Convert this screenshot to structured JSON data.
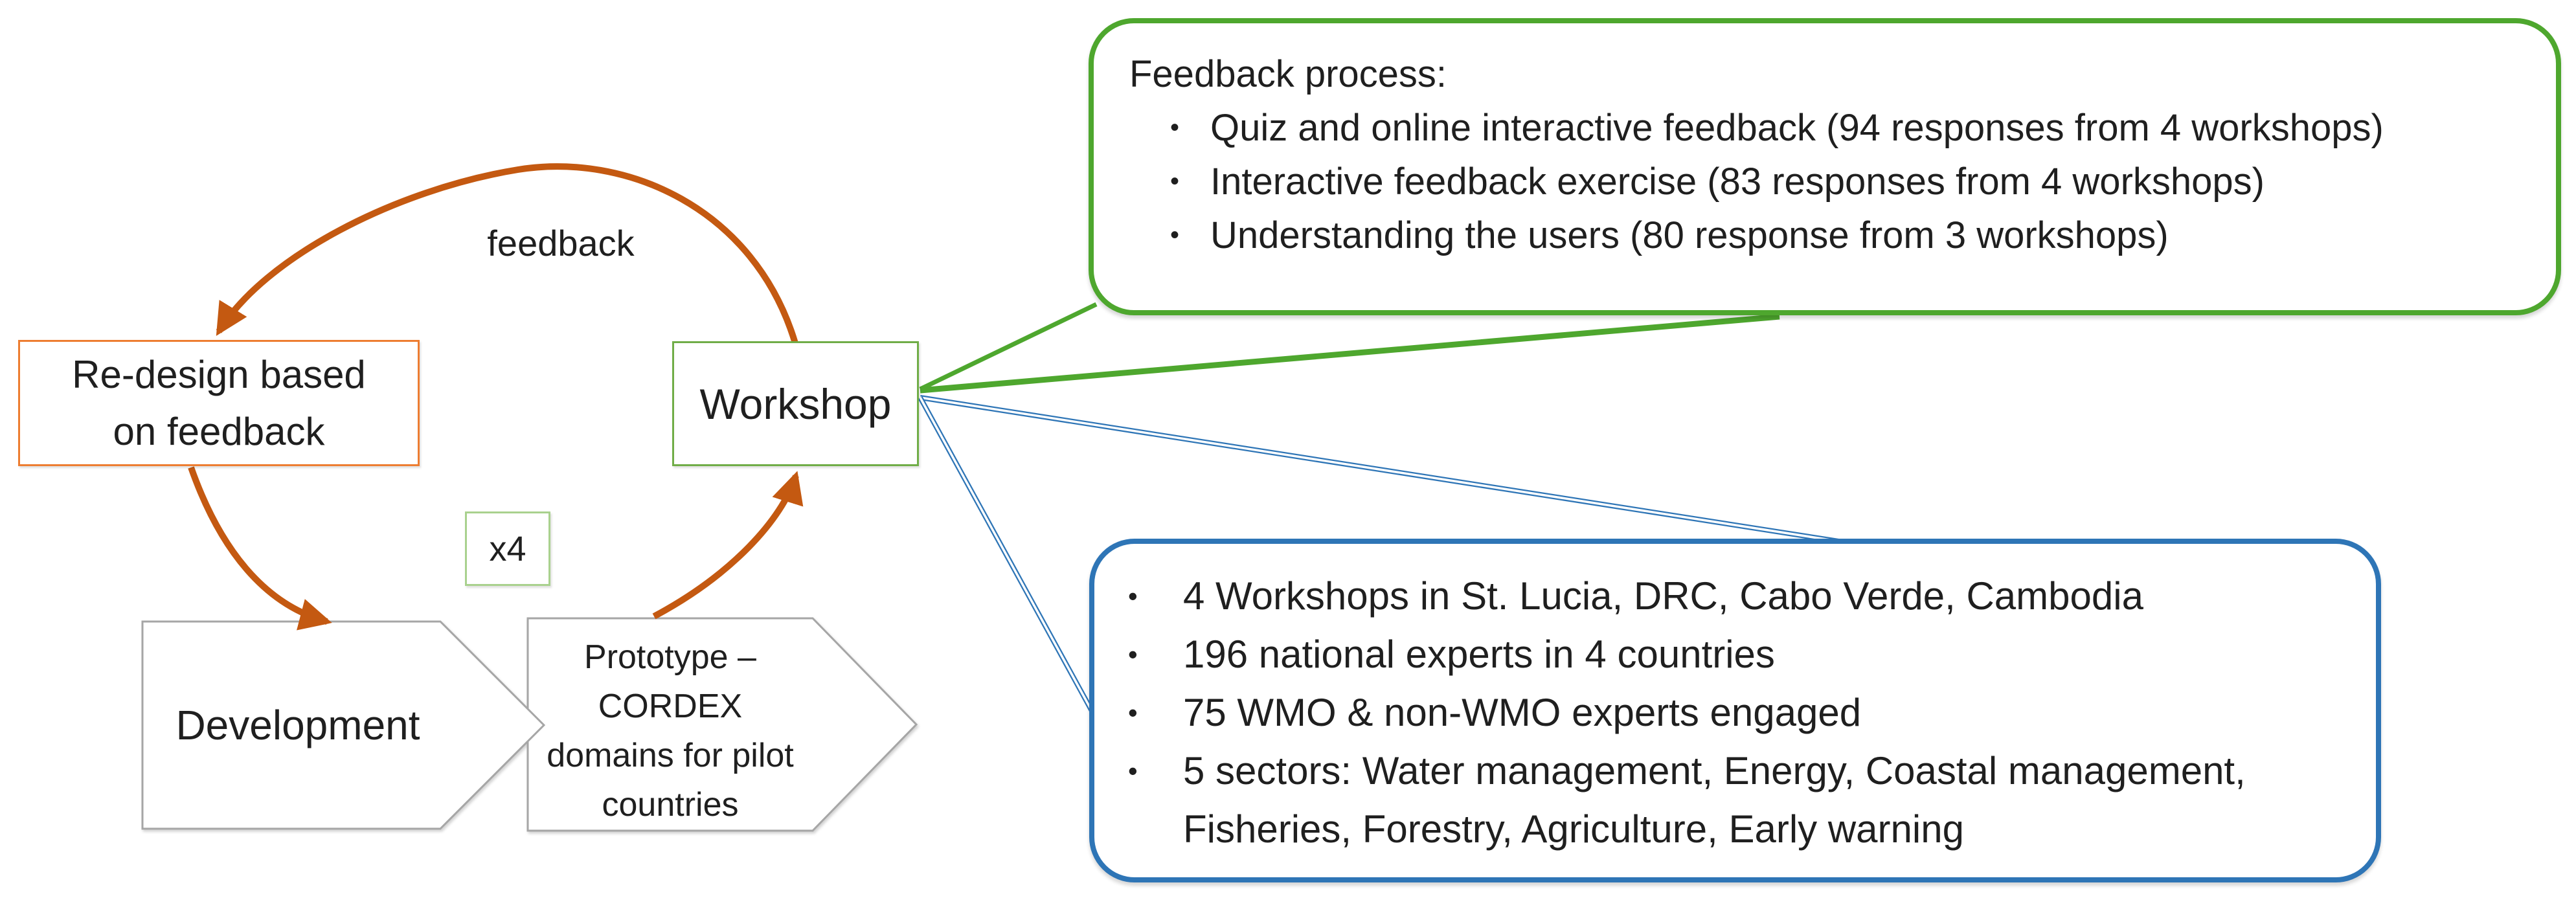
{
  "cycle": {
    "feedback_label": "feedback",
    "redesign_box": "Re-design based on feedback",
    "workshop_box": "Workshop",
    "x4_box": "x4",
    "development_chevron": "Development",
    "prototype_chevron": "Prototype – CORDEX domains for pilot countries"
  },
  "feedback_callout": {
    "title": "Feedback process:",
    "bullet_glyph": "•",
    "items": [
      "Quiz and online interactive feedback (94 responses from 4 workshops)",
      "Interactive feedback exercise (83 responses from 4 workshops)",
      "Understanding the users (80 response from 3 workshops)"
    ]
  },
  "stats_callout": {
    "bullet_glyph": "•",
    "items": [
      "4 Workshops in St. Lucia, DRC, Cabo Verde, Cambodia",
      "196 national experts in 4 countries",
      "75 WMO & non-WMO experts engaged",
      "5 sectors: Water management, Energy, Coastal management, Fisheries, Forestry, Agriculture, Early warning"
    ]
  },
  "colors": {
    "orange": "#C45911",
    "orange_light": "#ED7D31",
    "green_bright": "#4EA72E",
    "green_medium": "#70AD47",
    "green_light": "#A9D18E",
    "blue": "#2E75B6",
    "gray": "#A6A6A6",
    "text": "#1F1F1F"
  }
}
